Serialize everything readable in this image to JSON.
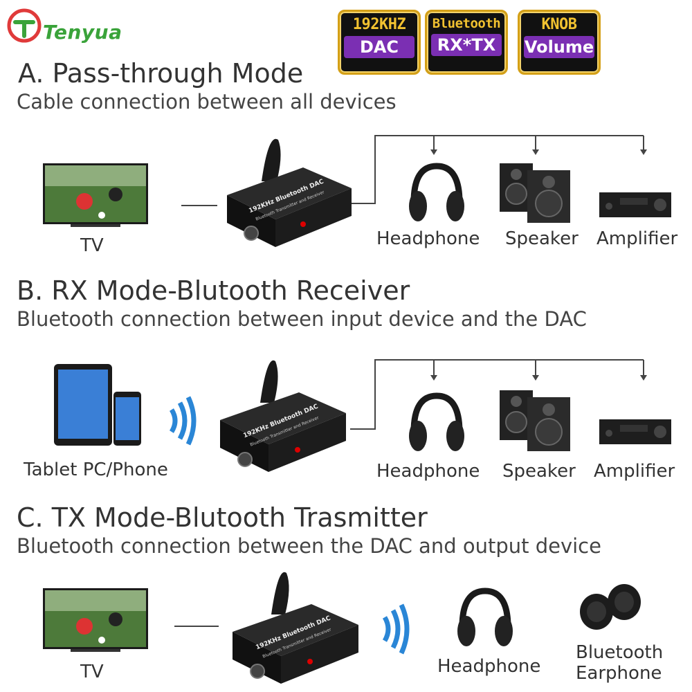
{
  "logo": {
    "text": "Tenyua"
  },
  "badges": [
    {
      "line1": "192KHZ",
      "line2": "DAC"
    },
    {
      "line1": "Bluetooth",
      "line2": "RX*TX"
    },
    {
      "line1": "KNOB",
      "line2": "Volume"
    }
  ],
  "device_label": "192KHz Bluetooth DAC",
  "device_sublabel": "Bluetooth Transmitter and Receiver",
  "sections": {
    "a": {
      "title": "A. Pass-through Mode",
      "subtitle": "Cable connection between all devices",
      "source": "TV",
      "outputs": [
        "Headphone",
        "Speaker",
        "Amplifier"
      ]
    },
    "b": {
      "title": "B. RX Mode-Blutooth Receiver",
      "subtitle": "Bluetooth connection between input device and the DAC",
      "source": "Tablet PC/Phone",
      "outputs": [
        "Headphone",
        "Speaker",
        "Amplifier"
      ]
    },
    "c": {
      "title": "C. TX Mode-Blutooth Trasmitter",
      "subtitle": "Bluetooth connection between the DAC and output device",
      "source": "TV",
      "outputs": [
        "Headphone",
        "Bluetooth",
        "Earphone"
      ]
    }
  },
  "colors": {
    "brand_green": "#3aa33a",
    "bluetooth_blue": "#2a86d6",
    "badge_gold": "#d4a017",
    "badge_purple": "#7b2fb3"
  }
}
